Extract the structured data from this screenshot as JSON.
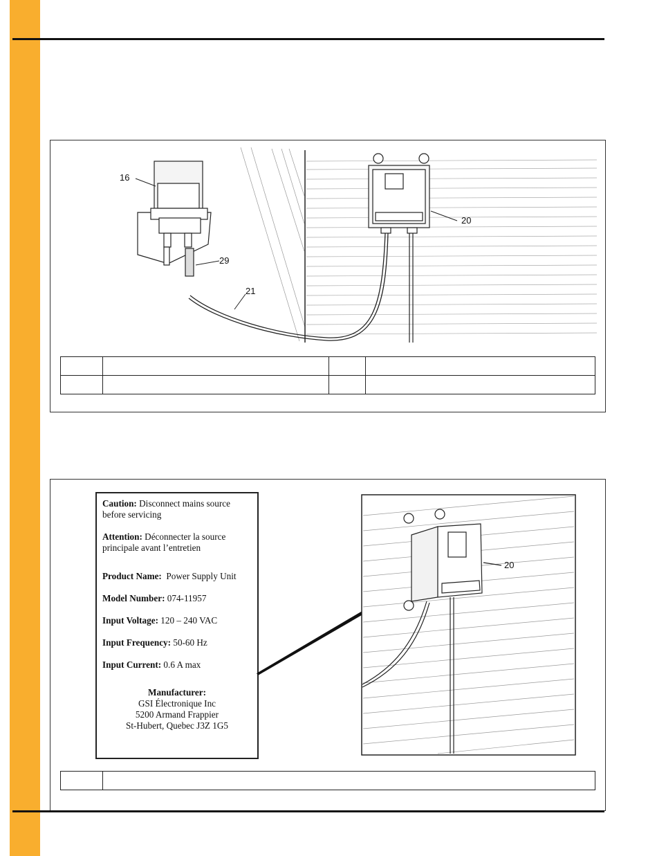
{
  "figure1": {
    "callouts": [
      "16",
      "29",
      "21",
      "20"
    ],
    "legend_rows": 2
  },
  "figure2": {
    "label": {
      "caution_title": "Caution:",
      "caution_text": "Disconnect mains source before servicing",
      "attention_title": "Attention:",
      "attention_text": "Déconnecter la source principale avant l’entretien",
      "product_name_title": "Product Name:",
      "product_name_value": "Power Supply Unit",
      "model_number_title": "Model Number:",
      "model_number_value": "074-11957",
      "input_voltage_title": "Input Voltage:",
      "input_voltage_value": "120 – 240 VAC",
      "input_frequency_title": "Input Frequency:",
      "input_frequency_value": "50-60 Hz",
      "input_current_title": "Input Current:",
      "input_current_value": "0.6 A max",
      "manufacturer_title": "Manufacturer:",
      "manufacturer_lines": [
        "GSI Électronique Inc",
        "5200 Armand Frappier",
        "St-Hubert, Quebec J3Z 1G5"
      ]
    },
    "callout": "20"
  },
  "colors": {
    "accent_bar": "#f9ae2e"
  }
}
